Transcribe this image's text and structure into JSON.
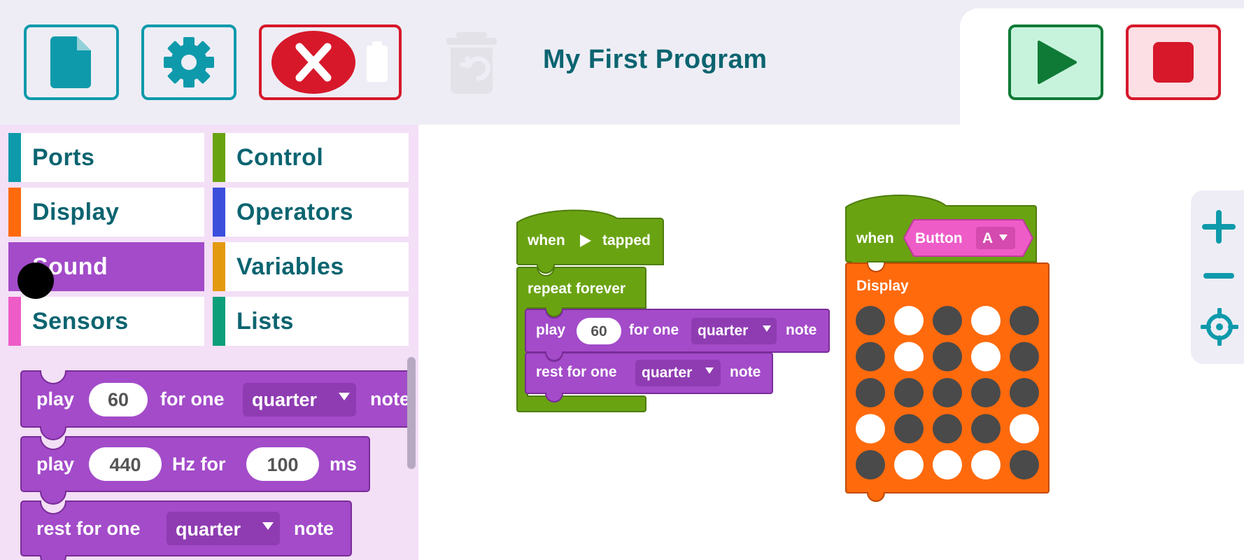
{
  "toolbar": {
    "file_icon": "file-icon",
    "settings_icon": "gear-icon",
    "disconnect_icon": "close-icon",
    "battery_icon": "battery-icon",
    "trash_icon": "trash-restore-icon",
    "title": "My First Program",
    "run_icon": "play-icon",
    "stop_icon": "stop-icon"
  },
  "categories": [
    {
      "label": "Ports",
      "color": "#0e9aab"
    },
    {
      "label": "Control",
      "color": "#6aa312"
    },
    {
      "label": "Display",
      "color": "#ff6a0d"
    },
    {
      "label": "Operators",
      "color": "#3b4fdc"
    },
    {
      "label": "Sound",
      "color": "#a34bc9",
      "active": true
    },
    {
      "label": "Variables",
      "color": "#e39a0f"
    },
    {
      "label": "Sensors",
      "color": "#ee5cc8"
    },
    {
      "label": "Lists",
      "color": "#0d9f79"
    }
  ],
  "palette_blocks": {
    "play_note": {
      "t1": "play",
      "value": "60",
      "t2": "for one",
      "dropdown": "quarter",
      "t3": "note"
    },
    "play_hz": {
      "t1": "play",
      "value1": "440",
      "t2": "Hz for",
      "value2": "100",
      "t3": "ms"
    },
    "rest": {
      "t1": "rest for one",
      "dropdown": "quarter",
      "t2": "note"
    }
  },
  "script1": {
    "hat_when": "when",
    "hat_tapped": "tapped",
    "repeat": "repeat forever",
    "play": {
      "t1": "play",
      "value": "60",
      "t2": "for one",
      "dropdown": "quarter",
      "t3": "note"
    },
    "rest": {
      "t1": "rest for one",
      "dropdown": "quarter",
      "t2": "note"
    }
  },
  "script2": {
    "hat_when": "when",
    "button_label": "Button",
    "button_value": "A",
    "display_label": "Display",
    "grid": [
      [
        0,
        1,
        0,
        1,
        0
      ],
      [
        0,
        1,
        0,
        1,
        0
      ],
      [
        0,
        0,
        0,
        0,
        0
      ],
      [
        1,
        0,
        0,
        0,
        1
      ],
      [
        0,
        1,
        1,
        1,
        0
      ]
    ]
  },
  "zoom": {
    "zoom_in_icon": "plus-icon",
    "zoom_out_icon": "minus-icon",
    "recenter_icon": "crosshair-icon"
  },
  "colors": {
    "teal": "#0e9aab",
    "sound": "#a34bc9",
    "control": "#6aa312",
    "display": "#ff6a0d",
    "event_pink": "#ee5cc8",
    "red": "#d7182a",
    "green": "#0f7a36"
  }
}
